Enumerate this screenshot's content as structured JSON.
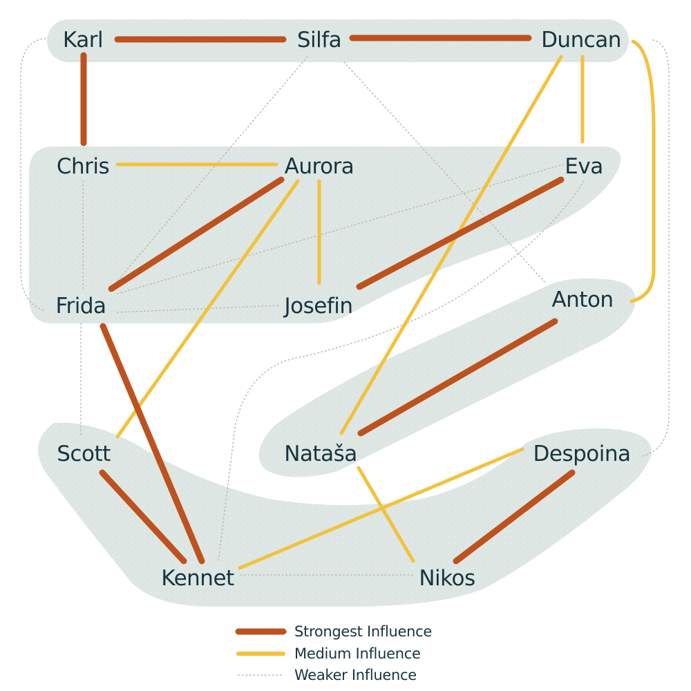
{
  "colors": {
    "strong": "#bd521e",
    "medium": "#f2c23c",
    "weak": "#bfb6ad",
    "group": "#dde6e3",
    "text": "#17343f"
  },
  "nodes": [
    {
      "id": "karl",
      "label": "Karl"
    },
    {
      "id": "silfa",
      "label": "Silfa"
    },
    {
      "id": "duncan",
      "label": "Duncan"
    },
    {
      "id": "chris",
      "label": "Chris"
    },
    {
      "id": "aurora",
      "label": "Aurora"
    },
    {
      "id": "eva",
      "label": "Eva"
    },
    {
      "id": "frida",
      "label": "Frida"
    },
    {
      "id": "josefin",
      "label": "Josefin"
    },
    {
      "id": "anton",
      "label": "Anton"
    },
    {
      "id": "scott",
      "label": "Scott"
    },
    {
      "id": "natasa",
      "label": "Nataša"
    },
    {
      "id": "despoina",
      "label": "Despoina"
    },
    {
      "id": "kennet",
      "label": "Kennet"
    },
    {
      "id": "nikos",
      "label": "Nikos"
    }
  ],
  "edges": {
    "strong": [
      [
        "karl",
        "silfa"
      ],
      [
        "silfa",
        "duncan"
      ],
      [
        "karl",
        "chris"
      ],
      [
        "aurora",
        "frida"
      ],
      [
        "eva",
        "josefin"
      ],
      [
        "frida",
        "kennet"
      ],
      [
        "anton",
        "natasa"
      ],
      [
        "scott",
        "kennet"
      ],
      [
        "despoina",
        "nikos"
      ]
    ],
    "medium": [
      [
        "chris",
        "aurora"
      ],
      [
        "duncan",
        "eva"
      ],
      [
        "duncan",
        "natasa"
      ],
      [
        "duncan",
        "anton"
      ],
      [
        "aurora",
        "josefin"
      ],
      [
        "aurora",
        "scott"
      ],
      [
        "natasa",
        "nikos"
      ],
      [
        "kennet",
        "despoina"
      ]
    ],
    "weak": [
      [
        "karl",
        "frida"
      ],
      [
        "silfa",
        "frida"
      ],
      [
        "silfa",
        "anton"
      ],
      [
        "chris",
        "frida"
      ],
      [
        "frida",
        "eva"
      ],
      [
        "frida",
        "josefin"
      ],
      [
        "frida",
        "scott"
      ],
      [
        "kennet",
        "nikos"
      ],
      [
        "duncan",
        "despoina"
      ],
      [
        "eva",
        "kennet"
      ]
    ]
  },
  "legend": {
    "strong": "Strongest Influence",
    "medium": "Medium Influence",
    "weak": "Weaker Influence"
  }
}
